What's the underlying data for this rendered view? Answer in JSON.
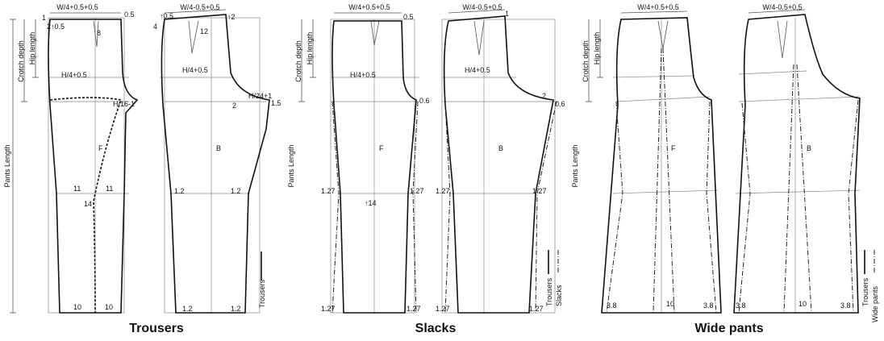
{
  "groups": [
    {
      "title": "Trousers",
      "legend": [
        "Trousers"
      ]
    },
    {
      "title": "Slacks",
      "legend": [
        "Trousers",
        "Slacks"
      ]
    },
    {
      "title": "Wide pants",
      "legend": [
        "Trousers",
        "Wide pants"
      ]
    }
  ],
  "dimensions": {
    "pants_length": "Pants Length",
    "crotch_depth": "Crotch depth",
    "hip_length": "Hip length"
  },
  "labels": {
    "front_waist": "W/4+0.5+0.5",
    "back_waist": "W/4-0.5+0.5",
    "front_hip": "H/4+0.5",
    "back_hip": "H/4+0.5",
    "front_crotch": "H/16-1",
    "back_crotch": "H/24+1",
    "front": "F",
    "back": "B",
    "v_1": "1",
    "v_2_05": "2↑0.5",
    "v_8": "8",
    "v_05": "0.5",
    "v_4": "4",
    "v_up05": "↑0.5",
    "v_up2": "↑2",
    "v_12": "12",
    "v_2": "2",
    "v_15": "1.5",
    "v_11": "11",
    "v_14": "14",
    "v_12b": "1.2",
    "v_10": "10",
    "v_06": "0.6",
    "v_127": "1.27",
    "v_up14": "↑14",
    "v_38": "3.8"
  }
}
